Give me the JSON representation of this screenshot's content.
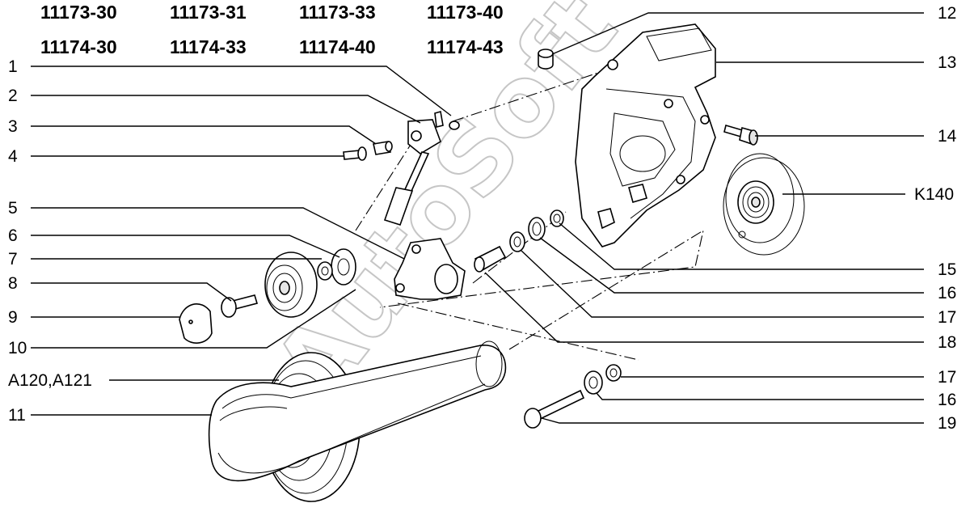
{
  "models": {
    "row1": [
      "11173-30",
      "11173-31",
      "11173-33",
      "11173-40"
    ],
    "row2": [
      "11174-30",
      "11174-33",
      "11174-40",
      "11174-43"
    ]
  },
  "callouts_left": [
    "1",
    "2",
    "3",
    "4",
    "5",
    "6",
    "7",
    "8",
    "9",
    "10",
    "A120,A121",
    "11"
  ],
  "callouts_right": [
    "12",
    "13",
    "14",
    "K140",
    "15",
    "16",
    "17",
    "18",
    "17",
    "16",
    "19"
  ],
  "watermark": "AutoSoft"
}
